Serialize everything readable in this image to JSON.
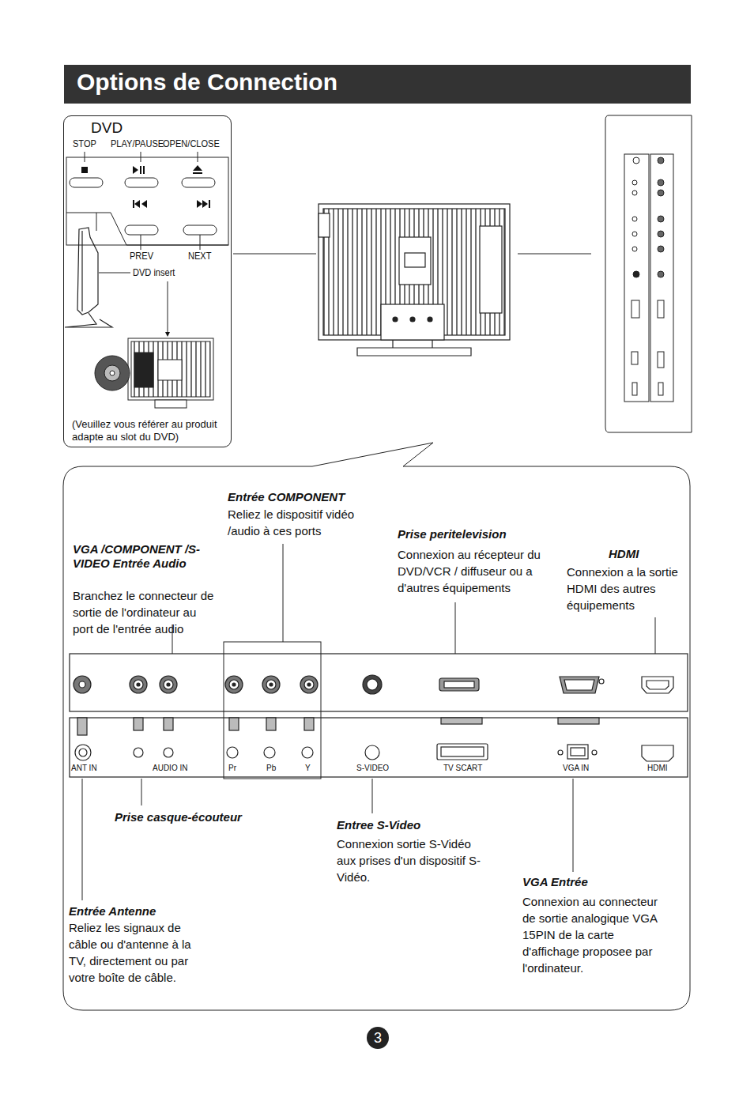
{
  "diagram": {
    "title": "Options de Connection",
    "nodes": [
      {
        "text": [
          "DVD",
          "(Veuillez vous référer au produit adapte au slot du DVD)"
        ]
      },
      {
        "text": [
          "ANT IN",
          "AUDIO IN",
          "Pr",
          "Pb",
          "Y",
          "S-VIDEO",
          "TV SCART",
          "VGA IN",
          "HDMI"
        ]
      }
    ],
    "labels": [
      "STOP",
      "PLAY/PAUSE",
      "OPEN/CLOSE",
      "PREV",
      "NEXT",
      "DVD insert",
      "Entrée COMPONENT",
      "Reliez le dispositif vidéo /audio à ces ports",
      "Prise peritelevision",
      "Connexion au récepteur du DVD/VCR / diffuseur ou a d'autres équipements",
      "VGA /COMPONENT /S-VIDEO Entrée Audio",
      "Branchez le connecteur de sortie de l'ordinateur au port de l'entrée audio",
      "HDMI",
      "Connexion a la sortie HDMI des autres équipements",
      "Prise casque-écouteur",
      "Entree S-Video",
      "Connexion sortie S-Vidéo aux prises d'un dispositif S-Vidéo.",
      "VGA Entrée",
      "Connexion au connecteur de sortie analogique VGA 15PIN de la carte d'affichage  proposee par l'ordinateur.",
      "Entrée Antenne",
      "Reliez les signaux de câble ou d'antenne à la TV, directement ou par votre boîte de câble.",
      "3"
    ]
  }
}
